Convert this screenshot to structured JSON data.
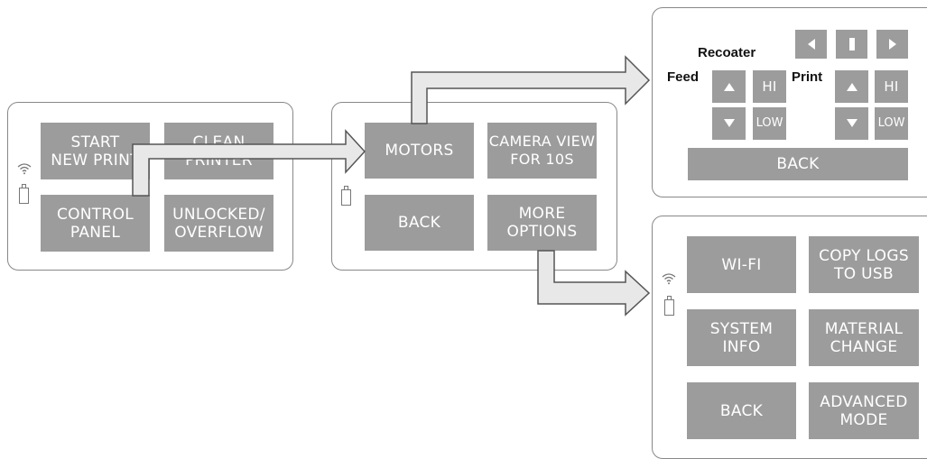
{
  "screen_main": {
    "buttons": {
      "start_new_print": "START\nNEW PRINT",
      "clean_printer": "CLEAN\nPRINTER",
      "control_panel": "CONTROL\nPANEL",
      "unlocked_overflow": "UNLOCKED/\nOVERFLOW"
    }
  },
  "screen_control": {
    "buttons": {
      "motors": "MOTORS",
      "camera_view": "CAMERA VIEW\nFOR 10S",
      "back": "BACK",
      "more_options": "MORE\nOPTIONS"
    }
  },
  "screen_motors": {
    "labels": {
      "recoater": "Recoater",
      "feed": "Feed",
      "print": "Print"
    },
    "buttons": {
      "hi": "HI",
      "low": "LOW",
      "back": "BACK"
    },
    "icons": [
      "arrow-left-icon",
      "pause-icon",
      "arrow-right-icon",
      "arrow-up-icon",
      "arrow-down-icon"
    ]
  },
  "screen_more": {
    "buttons": {
      "wifi": "WI-FI",
      "copy_logs": "COPY LOGS\nTO USB",
      "system_info": "SYSTEM\nINFO",
      "material_change": "MATERIAL\nCHANGE",
      "back": "BACK",
      "advanced_mode": "ADVANCED\nMODE"
    }
  },
  "colors": {
    "button": "#9c9c9c",
    "border": "#888888",
    "arrow_fill": "#e8e8e8",
    "text": "#ffffff"
  }
}
